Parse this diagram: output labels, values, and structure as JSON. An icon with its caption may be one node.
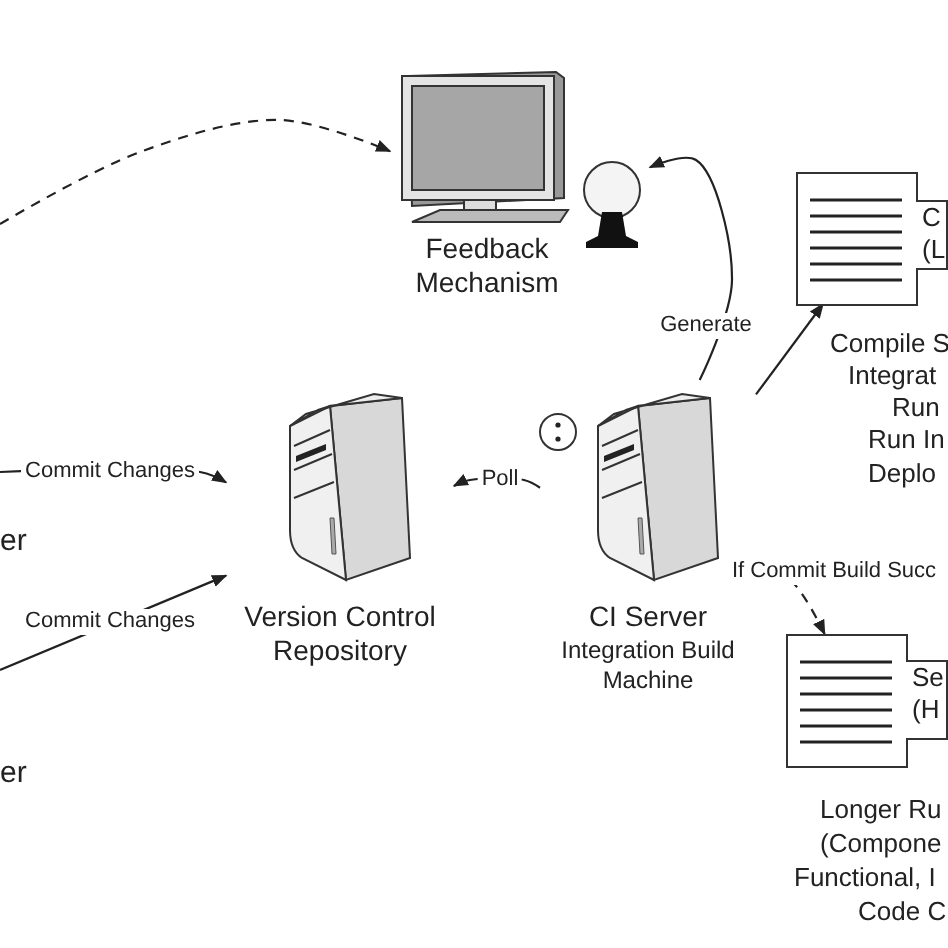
{
  "diagram": {
    "nodes": [
      {
        "text": [
          "Feedback Mechanism"
        ]
      },
      {
        "text": [
          "Version Control Repository"
        ]
      },
      {
        "text": [
          "CI Server",
          "Integration Build Machine"
        ]
      },
      {
        "text": [
          "C (L"
        ],
        "beside": [
          "Compile S",
          "Integrat",
          "Run",
          "Run In",
          "Deplo"
        ]
      },
      {
        "text": [
          "Se (H"
        ],
        "beside": [
          "Longer Ru",
          "(Compone",
          "Functional, I",
          "Code C"
        ]
      }
    ],
    "edges": [
      {
        "from": null,
        "to": 0,
        "arrow": "to",
        "style": "dashed"
      },
      {
        "from": 2,
        "to": 0,
        "arrow": "to",
        "label": "Generate"
      },
      {
        "from": 2,
        "to": 3,
        "arrow": "to"
      },
      {
        "from": 2,
        "to": 4,
        "arrow": "to",
        "style": "dashed",
        "label": "If Commit Build Succ"
      },
      {
        "from": 2,
        "to": 1,
        "arrow": "to",
        "label": "Poll"
      },
      {
        "from": null,
        "to": 1,
        "arrow": "to",
        "label": "Commit Changes"
      },
      {
        "from": null,
        "to": 1,
        "arrow": "to",
        "label": "Commit Changes"
      }
    ],
    "labels": [
      "er",
      "er"
    ]
  }
}
